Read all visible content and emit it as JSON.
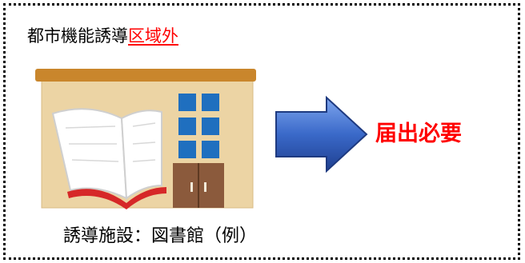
{
  "title": {
    "prefix": "都市機能誘導",
    "highlight": "区域外"
  },
  "callout": "届出必要",
  "caption": "誘導施設：図書館（例）",
  "colors": {
    "highlight": "#ff0000",
    "roof": "#c9862c",
    "wall": "#ecd4a4",
    "window": "#1f6fbf",
    "door": "#8b5a3c",
    "arrow": "#2f5fbe",
    "book_cover": "#d62828"
  },
  "icons": {
    "building": "library-building-icon",
    "book": "open-book-icon",
    "arrow": "right-arrow-icon"
  }
}
